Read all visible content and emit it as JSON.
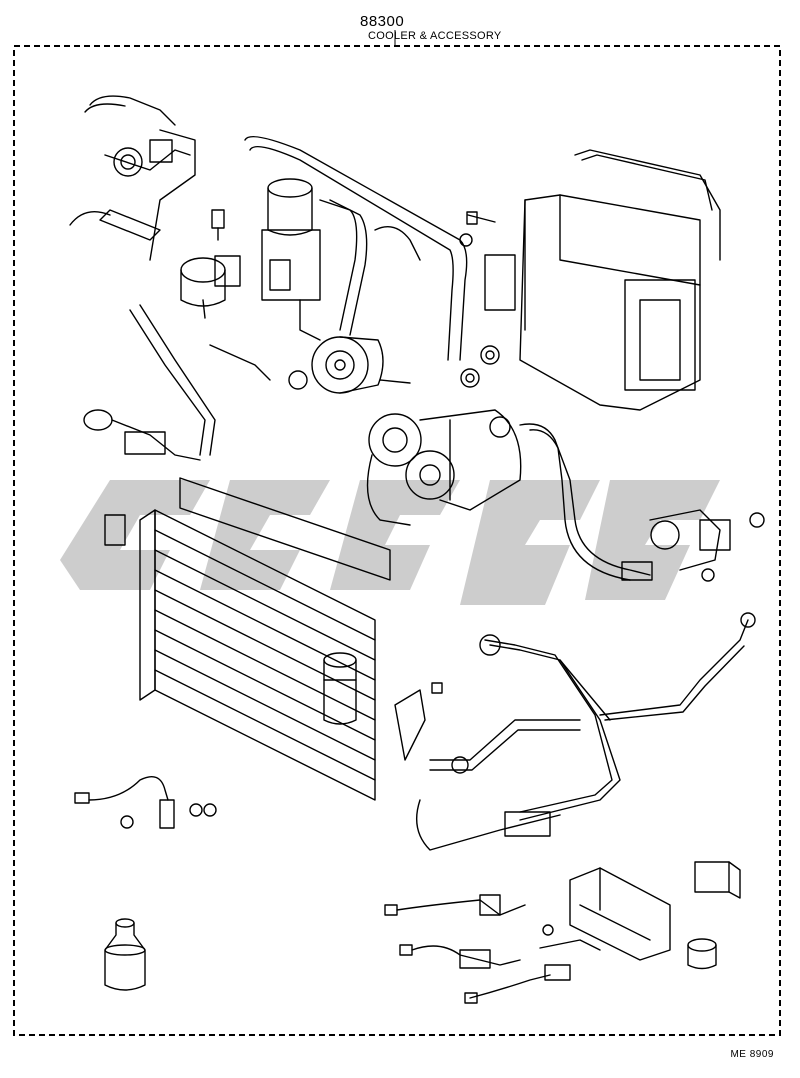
{
  "header": {
    "part_number": "88300",
    "title": "COOLER & ACCESSORY"
  },
  "footer": {
    "code": "ME 8909"
  },
  "watermark": {
    "color": "#c8c8c8"
  }
}
